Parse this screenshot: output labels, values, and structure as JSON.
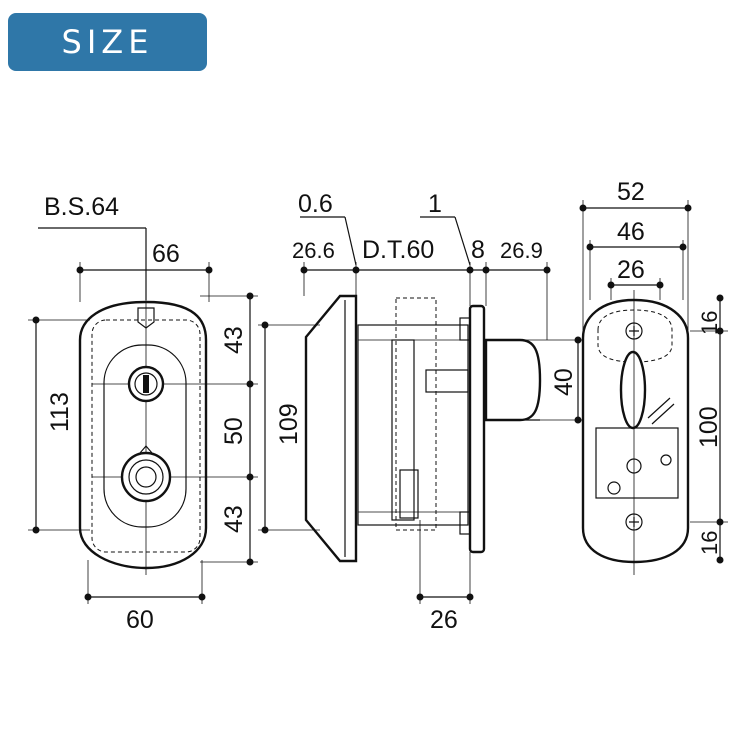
{
  "header": {
    "badge_label": "SIZE"
  },
  "colors": {
    "badge_bg": "#2f77a8",
    "badge_text": "#ffffff",
    "line": "#111111"
  },
  "front_view": {
    "backset": "B.S.64",
    "outer_width": "66",
    "plate_width": "60",
    "height": "113",
    "top_spacing": "43",
    "mid_spacing": "50",
    "bottom_spacing": "43"
  },
  "side_view": {
    "gap_a": "0.6",
    "gap_b": "1",
    "outside_projection": "26.6",
    "door_thickness": "D.T.60",
    "inside_gap": "8",
    "inside_projection": "26.9",
    "height": "109",
    "knob_height": "40",
    "bottom_width": "26"
  },
  "back_view": {
    "outer_width": "52",
    "mid_width": "46",
    "inner_width": "26",
    "height": "100",
    "top_offset": "16",
    "bottom_offset": "16"
  }
}
